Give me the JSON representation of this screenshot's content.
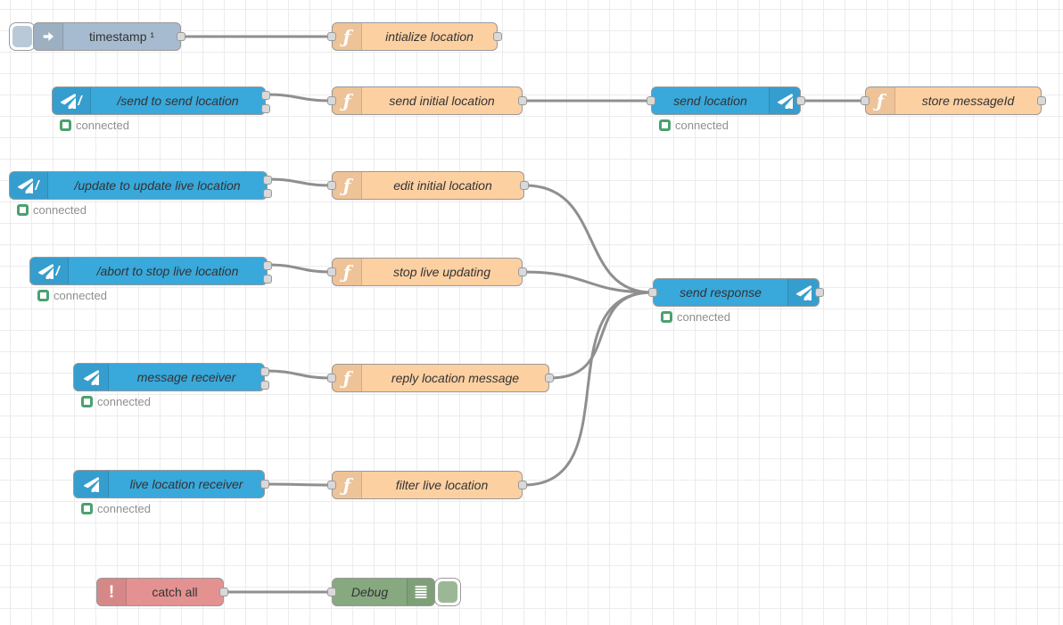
{
  "app": {
    "name": "flow editor canvas"
  },
  "colors": {
    "inject": "#a6bbcf",
    "function": "#fdd0a2",
    "telegram": "#39a8db",
    "catch": "#e49191",
    "debug": "#87a980",
    "status": "#4ba16f",
    "wire": "#8f8f8f"
  },
  "nodes": [
    {
      "type": "inject",
      "icon": "inject-arrow-icon",
      "label": "timestamp ¹"
    },
    {
      "type": "function",
      "icon": "function-f-icon",
      "label": "intialize location"
    },
    {
      "type": "telegram-command",
      "icon": "paper-plane-slash-icon",
      "label": "/send to send location",
      "status": "connected"
    },
    {
      "type": "function",
      "icon": "function-f-icon",
      "label": "send initial location"
    },
    {
      "type": "telegram-sender",
      "icon": "paper-plane-icon",
      "label": "send location",
      "status": "connected"
    },
    {
      "type": "function",
      "icon": "function-f-icon",
      "label": "store messageId"
    },
    {
      "type": "telegram-command",
      "icon": "paper-plane-slash-icon",
      "label": "/update to update live location",
      "status": "connected"
    },
    {
      "type": "function",
      "icon": "function-f-icon",
      "label": "edit initial location"
    },
    {
      "type": "telegram-command",
      "icon": "paper-plane-slash-icon",
      "label": "/abort to stop live location",
      "status": "connected"
    },
    {
      "type": "function",
      "icon": "function-f-icon",
      "label": "stop live updating"
    },
    {
      "type": "telegram-sender",
      "icon": "paper-plane-icon",
      "label": "send response",
      "status": "connected"
    },
    {
      "type": "telegram-receiver",
      "icon": "paper-plane-icon",
      "label": "message receiver",
      "status": "connected"
    },
    {
      "type": "function",
      "icon": "function-f-icon",
      "label": "reply location message"
    },
    {
      "type": "telegram-receiver",
      "icon": "paper-plane-icon",
      "label": "live location receiver",
      "status": "connected"
    },
    {
      "type": "function",
      "icon": "function-f-icon",
      "label": "filter live location"
    },
    {
      "type": "catch",
      "icon": "exclamation-icon",
      "label": "catch all"
    },
    {
      "type": "debug",
      "icon": "debug-list-icon",
      "label": "Debug"
    }
  ]
}
